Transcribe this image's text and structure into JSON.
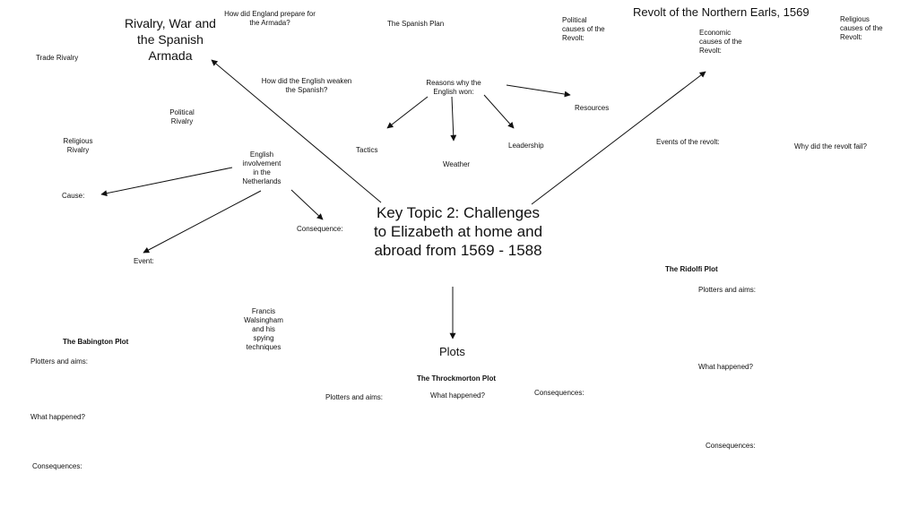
{
  "central_topic": "Key Topic 2: Challenges to Elizabeth at home and abroad from 1569 - 1588",
  "rivalry": {
    "title": "Rivalry, War and the Spanish Armada",
    "prepare_q": "How did England prepare for the Armada?",
    "spanish_plan": "The Spanish Plan",
    "trade": "Trade Rivalry",
    "political": "Political Rivalry",
    "religious": "Religious Rivalry",
    "weaken_q": "How did the English weaken the Spanish?",
    "reasons_q": "Reasons why the English won:",
    "resources": "Resources",
    "tactics": "Tactics",
    "weather": "Weather",
    "leadership": "Leadership",
    "netherlands": "English involvement in the Netherlands",
    "cause": "Cause:",
    "event": "Event:",
    "consequence": "Consequence:"
  },
  "revolt": {
    "title": "Revolt of the Northern Earls, 1569",
    "political_causes": "Political causes of the Revolt:",
    "economic_causes": "Economic causes of the Revolt:",
    "religious_causes": "Religious causes of the Revolt:",
    "events": "Events of the revolt:",
    "why_fail": "Why did the revolt fail?"
  },
  "plots": {
    "title": "Plots",
    "walsingham": "Francis Walsingham and his spying techniques",
    "babington": {
      "title": "The Babington Plot",
      "plotters": "Plotters and aims:",
      "happened": "What happened?",
      "consequences": "Consequences:"
    },
    "throckmorton": {
      "title": "The Throckmorton Plot",
      "plotters": "Plotters and aims:",
      "happened": "What happened?",
      "consequences": "Consequences:"
    },
    "ridolfi": {
      "title": "The Ridolfi Plot",
      "plotters": "Plotters and aims:",
      "happened": "What happened?",
      "consequences": "Consequences:"
    }
  },
  "colors": {
    "ink": "#111111",
    "background": "#ffffff"
  }
}
